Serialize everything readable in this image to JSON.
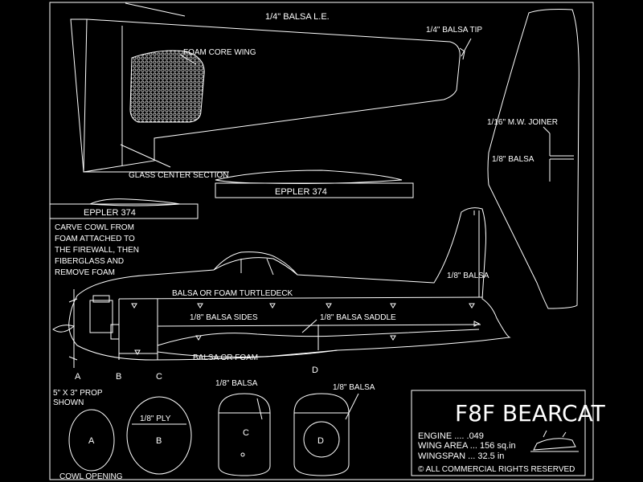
{
  "labels": {
    "balsa_le": "1/4\" BALSA L.E.",
    "balsa_tip": "1/4\" BALSA TIP",
    "foam_core_wing": "FOAM CORE WING",
    "glass_center_section": "GLASS CENTER SECTION",
    "eppler_right": "EPPLER 374",
    "eppler_left": "EPPLER 374",
    "mw_joiner": "1/16\" M.W. JOINER",
    "tail_balsa": "1/8\" BALSA",
    "fin_balsa": "1/8\" BALSA",
    "carve_cowl": [
      "CARVE COWL FROM",
      "FOAM ATTACHED TO",
      "THE FIREWALL, THEN",
      "FIBERGLASS AND",
      "REMOVE FOAM"
    ],
    "turtledeck": "BALSA OR FOAM TURTLEDECK",
    "sides": "1/8\" BALSA SIDES",
    "saddle": "1/8\" BALSA SADDLE",
    "balsa_or_foam": "BALSA OR FOAM",
    "station_a": "A",
    "station_b": "B",
    "station_c": "C",
    "station_d": "D",
    "prop": [
      "5\" X 3\" PROP",
      "SHOWN"
    ],
    "section_c_label": "1/8\" BALSA",
    "section_d_label": "1/8\" BALSA",
    "ply": "1/8\" PLY",
    "section_a": "A",
    "section_b": "B",
    "section_c": "C",
    "section_d": "D",
    "cowl_opening": "COWL OPENING"
  },
  "title_block": {
    "title": "F8F BEARCAT",
    "engine": "ENGINE ....  .049",
    "wing_area": "WING AREA ...  156  sq.in",
    "wingspan": "WINGSPAN ...  32.5  in",
    "rights": "© ALL COMMERCIAL RIGHTS RESERVED"
  },
  "colors": {
    "background": "#000000",
    "line": "#ffffff"
  }
}
